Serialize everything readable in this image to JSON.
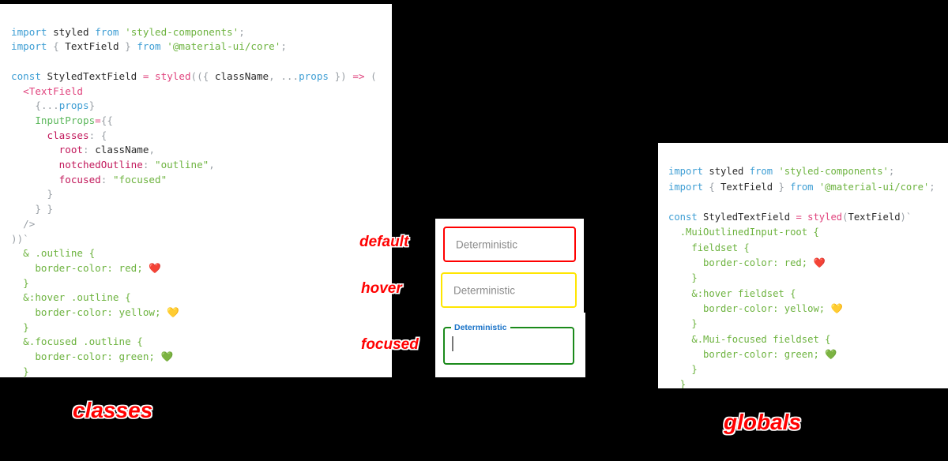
{
  "background_color": "#000000",
  "accent_color": "#ff0000",
  "panels": {
    "classes": {
      "caption": "classes",
      "code_lines": [
        "import styled from 'styled-components';",
        "import { TextField } from '@material-ui/core';",
        "",
        "const StyledTextField = styled(({ className, ...props }) => (",
        "  <TextField",
        "    {...props}",
        "    InputProps={{",
        "      classes: {",
        "        root: className,",
        "        notchedOutline: \"outline\",",
        "        focused: \"focused\"",
        "      }",
        "    } }",
        "  />",
        "))`",
        "  & .outline {",
        "    border-color: red; ❤️",
        "  }",
        "  &:hover .outline {",
        "    border-color: yellow; 💛",
        "  }",
        "  &.focused .outline {",
        "    border-color: green; 💚",
        "  }",
        "`;"
      ]
    },
    "globals": {
      "caption": "globals",
      "code_lines": [
        "import styled from 'styled-components';",
        "import { TextField } from '@material-ui/core';",
        "",
        "const StyledTextField = styled(TextField)`",
        "  .MuiOutlinedInput-root {",
        "    fieldset {",
        "      border-color: red; ❤️",
        "    }",
        "    &:hover fieldset {",
        "      border-color: yellow; 💛",
        "    }",
        "    &.Mui-focused fieldset {",
        "      border-color: green; 💚",
        "    }",
        "  }",
        "`;"
      ]
    }
  },
  "preview": {
    "fields": [
      {
        "state": "default",
        "annotation": "default",
        "value": "Deterministic",
        "border_color": "#ff0000"
      },
      {
        "state": "hover",
        "annotation": "hover",
        "value": "Deterministic",
        "border_color": "#ffe600"
      },
      {
        "state": "focused",
        "annotation": "focused",
        "legend": "Deterministic",
        "value": "",
        "border_color": "#1b8a1b",
        "legend_color": "#1a73c8"
      }
    ]
  }
}
